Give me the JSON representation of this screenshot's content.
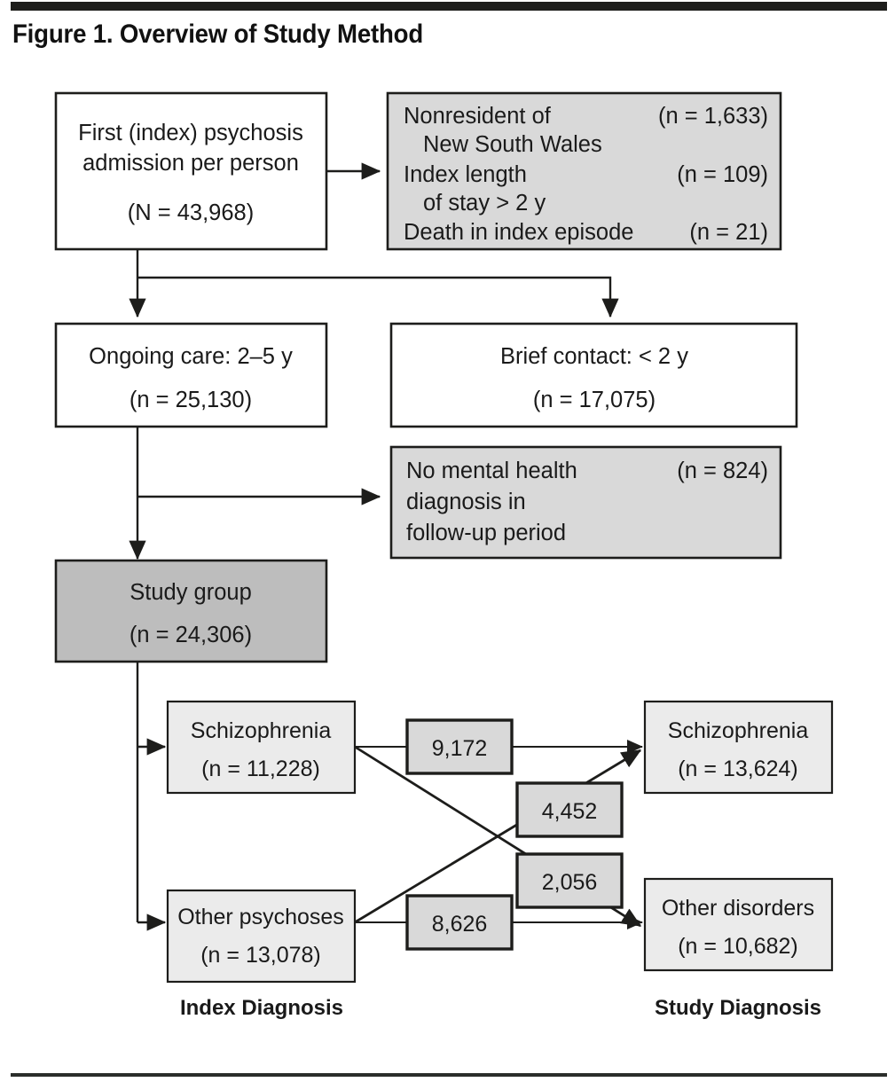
{
  "figure": {
    "title": "Figure 1. Overview of Study Method"
  },
  "nodes": {
    "index_admission": {
      "line1": "First (index) psychosis",
      "line2": "admission per person",
      "line3": "(N = 43,968)"
    },
    "exclusions_top": {
      "items": [
        {
          "label_line1": "Nonresident of",
          "label_line2": "New South Wales",
          "count": "(n = 1,633)"
        },
        {
          "label_line1": "Index length",
          "label_line2": "of stay > 2 y",
          "count": "(n = 109)"
        },
        {
          "label_line1": "Death in index episode",
          "label_line2": "",
          "count": "(n = 21)"
        }
      ]
    },
    "ongoing_care": {
      "line1": "Ongoing care: 2–5 y",
      "line2": "(n = 25,130)"
    },
    "brief_contact": {
      "line1": "Brief contact: < 2 y",
      "line2": "(n = 17,075)"
    },
    "no_diagnosis": {
      "line1": "No mental health",
      "line2": "diagnosis in",
      "line3": "follow-up period",
      "count": "(n = 824)"
    },
    "study_group": {
      "line1": "Study group",
      "line2": "(n = 24,306)"
    },
    "index_schizophrenia": {
      "line1": "Schizophrenia",
      "line2": "(n = 11,228)"
    },
    "index_other_psychoses": {
      "line1": "Other psychoses",
      "line2": "(n = 13,078)"
    },
    "study_schizophrenia": {
      "line1": "Schizophrenia",
      "line2": "(n = 13,624)"
    },
    "study_other_disorders": {
      "line1": "Other disorders",
      "line2": "(n = 10,682)"
    }
  },
  "flow_labels": {
    "schiz_to_schiz": "9,172",
    "other_to_schiz": "4,452",
    "schiz_to_other": "2,056",
    "other_to_other": "8,626"
  },
  "footers": {
    "left": "Index Diagnosis",
    "right": "Study Diagnosis"
  },
  "chart_data": {
    "type": "diagram",
    "title": "Figure 1. Overview of Study Method",
    "flow_stages": [
      {
        "stage": "cohort",
        "label": "First (index) psychosis admission per person",
        "n": 43968,
        "prefix": "N"
      },
      {
        "stage": "excluded",
        "label": "Nonresident of New South Wales",
        "n": 1633,
        "prefix": "n"
      },
      {
        "stage": "excluded",
        "label": "Index length of stay > 2 y",
        "n": 109,
        "prefix": "n"
      },
      {
        "stage": "excluded",
        "label": "Death in index episode",
        "n": 21,
        "prefix": "n"
      },
      {
        "stage": "branch",
        "label": "Ongoing care: 2–5 y",
        "n": 25130,
        "prefix": "n"
      },
      {
        "stage": "branch",
        "label": "Brief contact: < 2 y",
        "n": 17075,
        "prefix": "n"
      },
      {
        "stage": "excluded",
        "label": "No mental health diagnosis in follow-up period",
        "n": 824,
        "prefix": "n"
      },
      {
        "stage": "study",
        "label": "Study group",
        "n": 24306,
        "prefix": "n"
      },
      {
        "stage": "index-diagnosis",
        "label": "Schizophrenia",
        "n": 11228,
        "prefix": "n"
      },
      {
        "stage": "index-diagnosis",
        "label": "Other psychoses",
        "n": 13078,
        "prefix": "n"
      },
      {
        "stage": "study-diagnosis",
        "label": "Schizophrenia",
        "n": 13624,
        "prefix": "n"
      },
      {
        "stage": "study-diagnosis",
        "label": "Other disorders",
        "n": 10682,
        "prefix": "n"
      }
    ],
    "transitions": [
      {
        "from": "Schizophrenia",
        "to": "Schizophrenia",
        "value": 9172
      },
      {
        "from": "Schizophrenia",
        "to": "Other disorders",
        "value": 2056
      },
      {
        "from": "Other psychoses",
        "to": "Schizophrenia",
        "value": 4452
      },
      {
        "from": "Other psychoses",
        "to": "Other disorders",
        "value": 8626
      }
    ],
    "column_labels": [
      "Index Diagnosis",
      "Study Diagnosis"
    ]
  }
}
